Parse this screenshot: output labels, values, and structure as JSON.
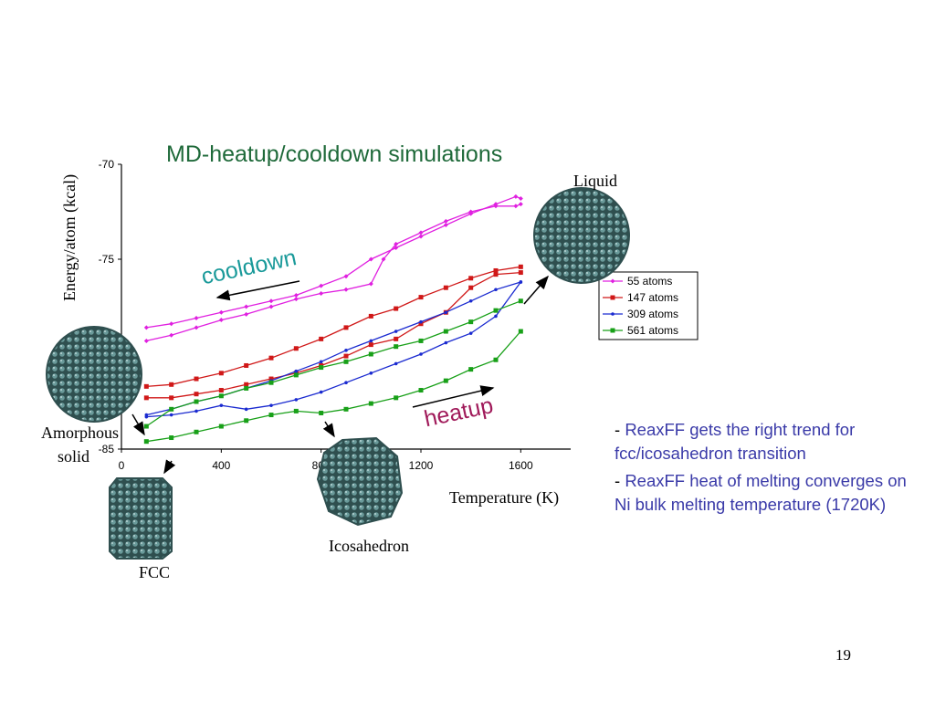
{
  "slide": {
    "title": "MD-heatup/cooldown simulations",
    "page_number": "19",
    "labels": {
      "liquid": "Liquid",
      "amorphous_line1": "Amorphous",
      "amorphous_line2": "solid",
      "fcc": "FCC",
      "icosahedron": "Icosahedron"
    },
    "annotations": {
      "cooldown": "cooldown",
      "heatup": "heatup"
    },
    "bullets": [
      {
        "dash": "- ",
        "text": "ReaxFF gets the right trend for fcc/icosahedron transition"
      },
      {
        "dash": "- ",
        "text": "ReaxFF heat of melting converges on Ni bulk melting temperature (1720K)"
      }
    ],
    "colors": {
      "title": "#1f6a3a",
      "cooldown": "#1a9a9a",
      "heatup": "#a01a5a",
      "bullet_text": "#3a3aa8",
      "cluster": "#4a7a7a"
    }
  },
  "chart_data": {
    "type": "line",
    "title": "MD-heatup/cooldown simulations",
    "xlabel": "Temperature (K)",
    "ylabel": "Energy/atom (kcal)",
    "xlim": [
      0,
      1800
    ],
    "ylim": [
      -85,
      -70
    ],
    "x_ticks": [
      0,
      400,
      800,
      1200,
      1600
    ],
    "x_tick_labels": [
      "0",
      "400",
      "800",
      "1200",
      "1600"
    ],
    "y_ticks": [
      -70,
      -75,
      -85
    ],
    "y_tick_labels": [
      "-70",
      "-75",
      "-85"
    ],
    "grid": false,
    "legend_position": "right",
    "series": [
      {
        "name": "55 atoms",
        "color": "#e020e0",
        "marker": "diamond",
        "segments": [
          {
            "x": [
              100,
              200,
              300,
              400,
              500,
              600,
              700,
              800,
              900,
              1000,
              1100,
              1200,
              1300,
              1400,
              1500,
              1580,
              1600
            ],
            "y": [
              -78.6,
              -78.4,
              -78.1,
              -77.8,
              -77.5,
              -77.2,
              -76.9,
              -76.4,
              -75.9,
              -75.0,
              -74.4,
              -73.8,
              -73.2,
              -72.6,
              -72.1,
              -71.7,
              -71.8
            ]
          },
          {
            "x": [
              1600,
              1580,
              1500,
              1400,
              1300,
              1200,
              1100,
              1050,
              1000,
              900,
              800,
              700,
              600,
              500,
              400,
              300,
              200,
              100
            ],
            "y": [
              -72.1,
              -72.2,
              -72.2,
              -72.5,
              -73.0,
              -73.6,
              -74.2,
              -75.0,
              -76.3,
              -76.6,
              -76.8,
              -77.1,
              -77.5,
              -77.9,
              -78.2,
              -78.6,
              -79.0,
              -79.3
            ]
          }
        ]
      },
      {
        "name": "147 atoms",
        "color": "#d01818",
        "marker": "square",
        "segments": [
          {
            "x": [
              100,
              200,
              300,
              400,
              500,
              600,
              700,
              800,
              900,
              1000,
              1100,
              1200,
              1300,
              1400,
              1500,
              1600
            ],
            "y": [
              -82.3,
              -82.3,
              -82.1,
              -81.9,
              -81.6,
              -81.3,
              -81.0,
              -80.6,
              -80.1,
              -79.5,
              -79.2,
              -78.4,
              -77.8,
              -76.5,
              -75.8,
              -75.7
            ]
          },
          {
            "x": [
              1600,
              1500,
              1400,
              1300,
              1200,
              1100,
              1000,
              900,
              800,
              700,
              600,
              500,
              400,
              300,
              200,
              100
            ],
            "y": [
              -75.4,
              -75.6,
              -76.0,
              -76.5,
              -77.0,
              -77.6,
              -78.0,
              -78.6,
              -79.2,
              -79.7,
              -80.2,
              -80.6,
              -81.0,
              -81.3,
              -81.6,
              -81.7
            ]
          }
        ]
      },
      {
        "name": "309 atoms",
        "color": "#1a2ad0",
        "marker": "dot",
        "segments": [
          {
            "x": [
              100,
              200,
              300,
              400,
              500,
              600,
              700,
              800,
              900,
              1000,
              1100,
              1200,
              1300,
              1400,
              1500,
              1600
            ],
            "y": [
              -83.3,
              -83.2,
              -83.0,
              -82.7,
              -82.9,
              -82.7,
              -82.4,
              -82.0,
              -81.5,
              -81.0,
              -80.5,
              -80.0,
              -79.4,
              -78.9,
              -78.0,
              -76.2
            ]
          },
          {
            "x": [
              1600,
              1500,
              1400,
              1300,
              1200,
              1100,
              1000,
              900,
              800,
              700,
              600,
              500,
              400,
              300,
              200,
              100
            ],
            "y": [
              -76.2,
              -76.6,
              -77.2,
              -77.8,
              -78.3,
              -78.8,
              -79.3,
              -79.8,
              -80.4,
              -80.9,
              -81.4,
              -81.8,
              -82.2,
              -82.5,
              -82.9,
              -83.2
            ]
          }
        ]
      },
      {
        "name": "561 atoms",
        "color": "#18a018",
        "marker": "square",
        "segments": [
          {
            "x": [
              100,
              200,
              300,
              400,
              500,
              600,
              700,
              800,
              900,
              1000,
              1100,
              1200,
              1300,
              1400,
              1500,
              1600
            ],
            "y": [
              -84.6,
              -84.4,
              -84.1,
              -83.8,
              -83.5,
              -83.2,
              -83.0,
              -83.1,
              -82.9,
              -82.6,
              -82.3,
              -81.9,
              -81.4,
              -80.8,
              -80.3,
              -78.8
            ]
          },
          {
            "x": [
              1600,
              1500,
              1400,
              1300,
              1200,
              1100,
              1000,
              900,
              800,
              700,
              600,
              500,
              400,
              300,
              200,
              100
            ],
            "y": [
              -77.2,
              -77.7,
              -78.3,
              -78.8,
              -79.3,
              -79.6,
              -80.0,
              -80.4,
              -80.7,
              -81.1,
              -81.5,
              -81.8,
              -82.2,
              -82.5,
              -82.9,
              -83.8
            ]
          }
        ]
      }
    ]
  }
}
